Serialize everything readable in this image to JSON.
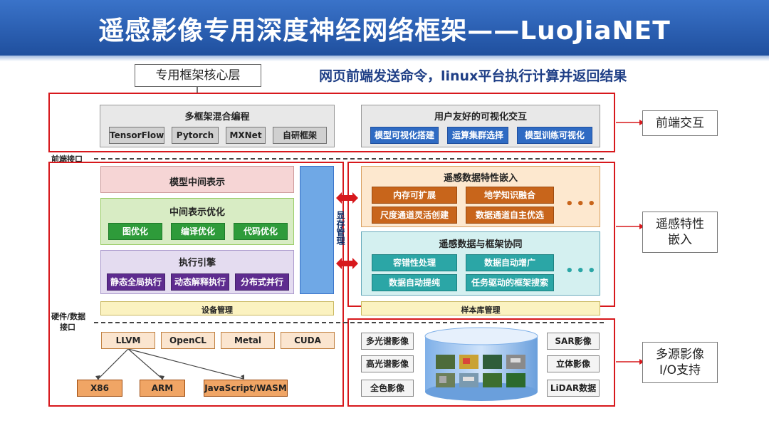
{
  "title": "遥感影像专用深度神经网络框架——LuoJiaNET",
  "subtitle": "网页前端发送命令，linux平台执行计算并返回结果",
  "core_layer_label": "专用框架核心层",
  "frontend_interface_label": "前端接口",
  "hw_interface_label": [
    "硬件/数据",
    "接口"
  ],
  "multi_framework": {
    "title": "多框架混合编程",
    "items": [
      "TensorFlow",
      "Pytorch",
      "MXNet",
      "自研框架"
    ]
  },
  "visual": {
    "title": "用户友好的可视化交互",
    "items": [
      "模型可视化搭建",
      "运算集群选择",
      "模型训练可视化"
    ]
  },
  "model_ir": {
    "title": "模型中间表示"
  },
  "ir_opt": {
    "title": "中间表示优化",
    "items": [
      "图优化",
      "编译优化",
      "代码优化"
    ]
  },
  "engine": {
    "title": "执行引擎",
    "items": [
      "静态全局执行",
      "动态解释执行",
      "分布式并行"
    ]
  },
  "gpu_mem": {
    "title": "显存管理"
  },
  "device_mgmt": {
    "title": "设备管理"
  },
  "rs_embed": {
    "title": "遥感数据特性嵌入",
    "items": [
      "内存可扩展",
      "地学知识融合",
      "尺度通道灵活创建",
      "数据通道自主优选"
    ]
  },
  "rs_coop": {
    "title": "遥感数据与框架协同",
    "items": [
      "容错性处理",
      "数据自动增广",
      "数据自动提纯",
      "任务驱动的框架搜索"
    ]
  },
  "sample_lib": {
    "title": "样本库管理"
  },
  "backends": [
    "LLVM",
    "OpenCL",
    "Metal",
    "CUDA"
  ],
  "targets": [
    "X86",
    "ARM",
    "JavaScript/WASM"
  ],
  "io_left": [
    "多光谱影像",
    "高光谱影像",
    "全色影像"
  ],
  "io_right": [
    "SAR影像",
    "立体影像",
    "LiDAR数据"
  ],
  "callouts": {
    "frontend": "前端交互",
    "rs_feature": [
      "遥感特性",
      "嵌入"
    ],
    "io": [
      "多源影像",
      "I/O支持"
    ]
  },
  "colors": {
    "title_bg": "#1f4f9e",
    "red_frame": "#d7181c",
    "blue_chip": "#2f6bc3",
    "green_chip": "#2e9b3a",
    "purple_chip": "#5e2c8f",
    "orange_chip": "#c8651b",
    "teal_chip": "#2ba6a6"
  }
}
